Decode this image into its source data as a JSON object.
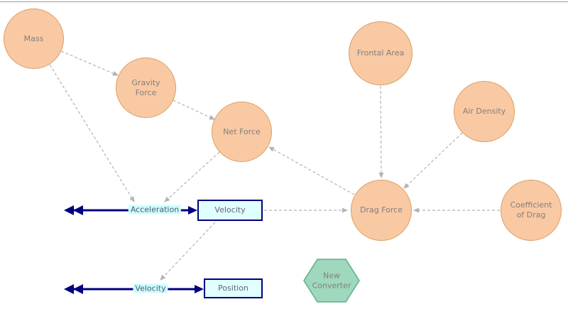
{
  "nodes": {
    "mass": {
      "label": "Mass"
    },
    "gravity_force": {
      "label": "Gravity Force"
    },
    "net_force": {
      "label": "Net Force"
    },
    "frontal_area": {
      "label": "Frontal Area"
    },
    "air_density": {
      "label": "Air Density"
    },
    "drag_force": {
      "label": "Drag Force"
    },
    "coefficient_of_drag": {
      "label": "Coefficient of Drag"
    },
    "new_converter": {
      "label": "New Converter"
    }
  },
  "stocks": {
    "velocity": {
      "label": "Velocity"
    },
    "position": {
      "label": "Position"
    }
  },
  "flows": [
    {
      "label": "Acceleration",
      "into": "Velocity"
    },
    {
      "label": "Velocity",
      "into": "Position"
    }
  ],
  "links": [
    {
      "from": "Mass",
      "to": "Gravity Force"
    },
    {
      "from": "Mass",
      "to": "Acceleration"
    },
    {
      "from": "Gravity Force",
      "to": "Net Force"
    },
    {
      "from": "Net Force",
      "to": "Acceleration"
    },
    {
      "from": "Velocity",
      "to": "Drag Force"
    },
    {
      "from": "Drag Force",
      "to": "Net Force"
    },
    {
      "from": "Frontal Area",
      "to": "Drag Force"
    },
    {
      "from": "Air Density",
      "to": "Drag Force"
    },
    {
      "from": "Coefficient of Drag",
      "to": "Drag Force"
    },
    {
      "from": "Velocity",
      "to": "Velocity flow"
    }
  ],
  "colors": {
    "converter_fill": "#F9C9A3",
    "converter_border": "#D9A066",
    "stock_fill": "#E0FFFF",
    "stock_border": "#000080",
    "flow_color": "#000080",
    "link_color": "#B3B3B3",
    "hexagon_fill": "#9FD8BC",
    "hexagon_border": "#5FAE8C",
    "label_color": "#808080",
    "flow_label_bg": "#CCFFFF"
  }
}
